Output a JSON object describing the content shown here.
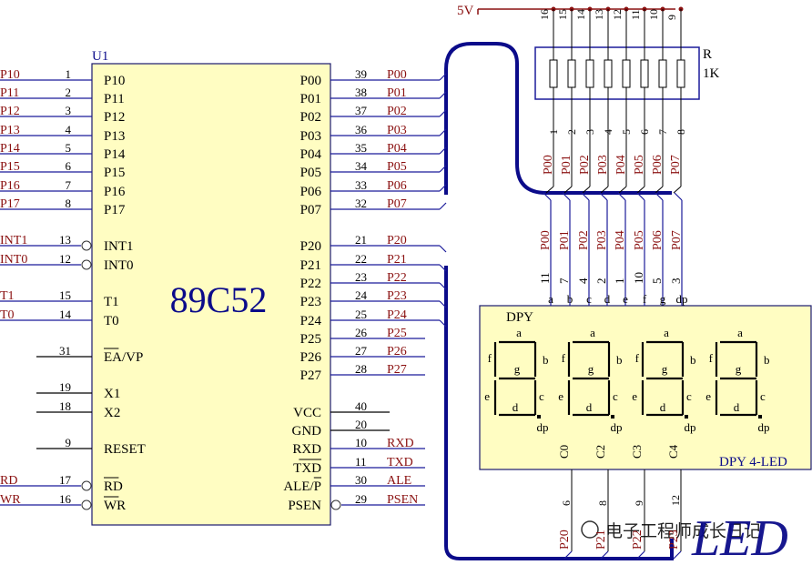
{
  "colors": {
    "chip_fill": "#fffdc2",
    "chip_stroke": "#1a1a6e",
    "bus": "#0b0b8a",
    "wire_blue": "#1b1b9a",
    "net_label": "#8a1010",
    "pin_text": "#000000",
    "ref_text": "#0b0b8a",
    "power": "#8a1010"
  },
  "power": {
    "label": "5V"
  },
  "mcu": {
    "ref": "U1",
    "part": "89C52",
    "left_pins": [
      {
        "net": "P10",
        "num": "1",
        "name": "P10"
      },
      {
        "net": "P11",
        "num": "2",
        "name": "P11"
      },
      {
        "net": "P12",
        "num": "3",
        "name": "P12"
      },
      {
        "net": "P13",
        "num": "4",
        "name": "P13"
      },
      {
        "net": "P14",
        "num": "5",
        "name": "P14"
      },
      {
        "net": "P15",
        "num": "6",
        "name": "P15"
      },
      {
        "net": "P16",
        "num": "7",
        "name": "P16"
      },
      {
        "net": "P17",
        "num": "8",
        "name": "P17"
      },
      {
        "net": "INT1",
        "num": "13",
        "name": "INT1",
        "inv": true
      },
      {
        "net": "INT0",
        "num": "12",
        "name": "INT0",
        "inv": true
      },
      {
        "net": "T1",
        "num": "15",
        "name": "T1"
      },
      {
        "net": "T0",
        "num": "14",
        "name": "T0"
      },
      {
        "net": "",
        "num": "31",
        "name": "EA/VP",
        "over": "EA"
      },
      {
        "net": "",
        "num": "19",
        "name": "X1"
      },
      {
        "net": "",
        "num": "18",
        "name": "X2"
      },
      {
        "net": "",
        "num": "9",
        "name": "RESET"
      },
      {
        "net": "RD",
        "num": "17",
        "name": "RD",
        "inv": true,
        "over": "RD"
      },
      {
        "net": "WR",
        "num": "16",
        "name": "WR",
        "inv": true,
        "over": "WR"
      }
    ],
    "right_pins": [
      {
        "net": "P00",
        "num": "39",
        "name": "P00"
      },
      {
        "net": "P01",
        "num": "38",
        "name": "P01"
      },
      {
        "net": "P02",
        "num": "37",
        "name": "P02"
      },
      {
        "net": "P03",
        "num": "36",
        "name": "P03"
      },
      {
        "net": "P04",
        "num": "35",
        "name": "P04"
      },
      {
        "net": "P05",
        "num": "34",
        "name": "P05"
      },
      {
        "net": "P06",
        "num": "33",
        "name": "P06"
      },
      {
        "net": "P07",
        "num": "32",
        "name": "P07"
      },
      {
        "net": "P20",
        "num": "21",
        "name": "P20"
      },
      {
        "net": "P21",
        "num": "22",
        "name": "P21"
      },
      {
        "net": "P22",
        "num": "23",
        "name": "P22"
      },
      {
        "net": "P23",
        "num": "24",
        "name": "P23"
      },
      {
        "net": "P24",
        "num": "25",
        "name": "P24"
      },
      {
        "net": "P25",
        "num": "26",
        "name": "P25"
      },
      {
        "net": "P26",
        "num": "27",
        "name": "P26"
      },
      {
        "net": "P27",
        "num": "28",
        "name": "P27"
      },
      {
        "net": "",
        "num": "40",
        "name": "VCC"
      },
      {
        "net": "",
        "num": "20",
        "name": "GND"
      },
      {
        "net": "RXD",
        "num": "10",
        "name": "RXD"
      },
      {
        "net": "TXD",
        "num": "11",
        "name": "TXD",
        "over": "TXD"
      },
      {
        "net": "ALE",
        "num": "30",
        "name": "ALE/P",
        "over": "P"
      },
      {
        "net": "PSEN",
        "num": "29",
        "name": "PSEN",
        "inv": true
      }
    ]
  },
  "resistor_pack": {
    "ref": "R",
    "value": "1K",
    "top_pins": [
      "16",
      "15",
      "14",
      "13",
      "12",
      "11",
      "10",
      "9"
    ],
    "bottom_pins": [
      "1",
      "2",
      "3",
      "4",
      "5",
      "6",
      "7",
      "8"
    ],
    "nets": [
      "P00",
      "P01",
      "P02",
      "P03",
      "P04",
      "P05",
      "P06",
      "P07"
    ]
  },
  "display": {
    "ref": "DPY",
    "part": "DPY 4-LED",
    "seg_nets": [
      "P00",
      "P01",
      "P02",
      "P03",
      "P04",
      "P05",
      "P06",
      "P07"
    ],
    "seg_pin_nums": [
      "11",
      "7",
      "4",
      "2",
      "1",
      "10",
      "5",
      "3"
    ],
    "seg_names": [
      "a",
      "b",
      "c",
      "d",
      "e",
      "f",
      "g",
      "dp"
    ],
    "digit_seg_labels": {
      "a": "a",
      "b": "b",
      "c": "c",
      "d": "d",
      "e": "e",
      "f": "f",
      "g": "g",
      "dp": "dp"
    },
    "commons": [
      "C0",
      "C2",
      "C3",
      "C4"
    ],
    "common_pin_nums": [
      "6",
      "8",
      "9",
      "12"
    ],
    "common_nets": [
      "P20",
      "P21",
      "P22",
      "P23"
    ]
  },
  "watermark": {
    "text": "电子工程师成长日记",
    "big": "LED"
  }
}
